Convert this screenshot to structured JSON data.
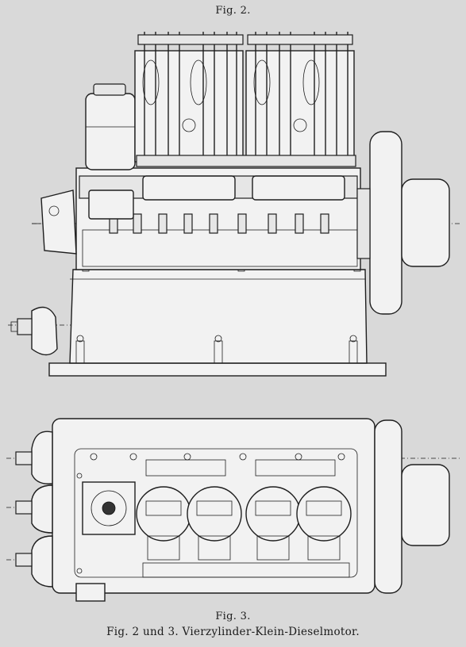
{
  "figures": {
    "fig2_label": "Fig. 2.",
    "fig3_label": "Fig. 3.",
    "caption": "Fig. 2 und 3.   Vierzylinder-Klein-Dieselmotor."
  }
}
